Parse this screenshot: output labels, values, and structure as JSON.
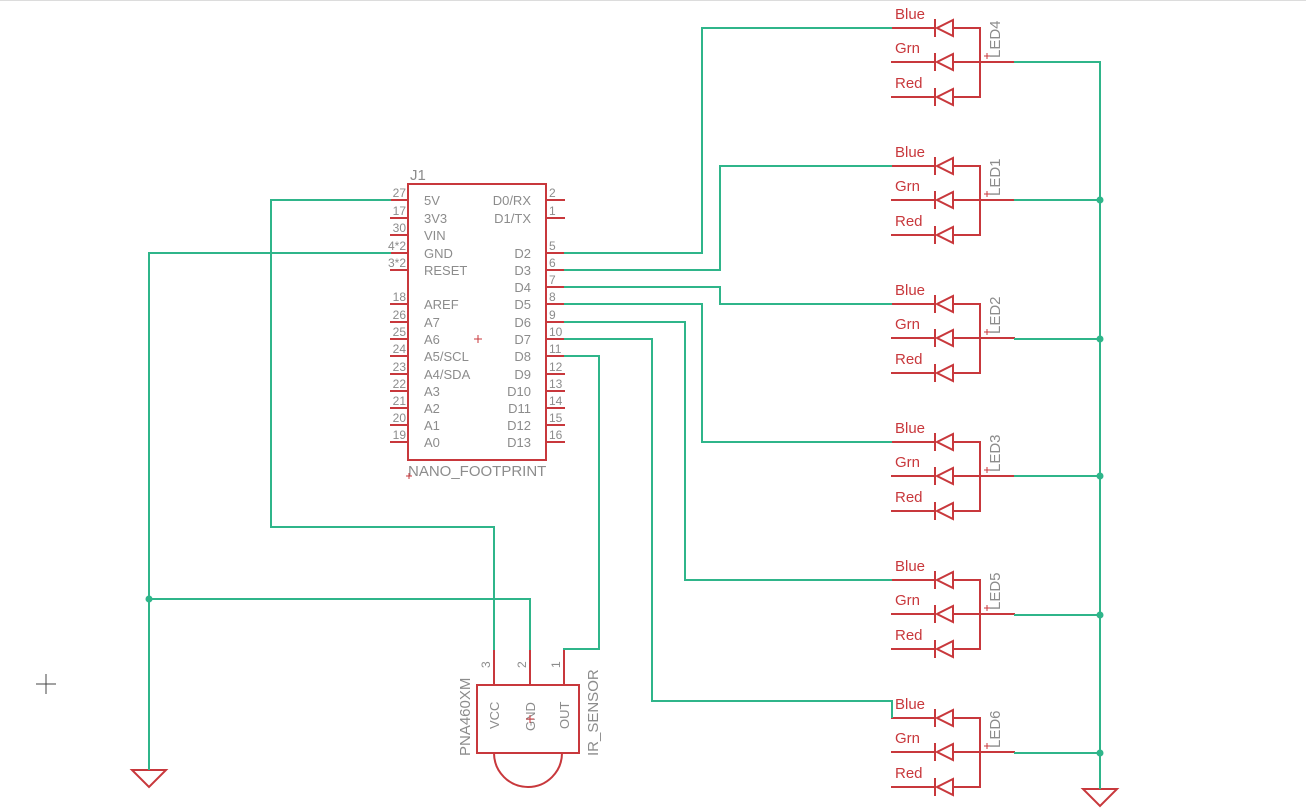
{
  "nano": {
    "name": "J1",
    "value": "NANO_FOOTPRINT",
    "left_pins": [
      {
        "num": "27",
        "name": "5V"
      },
      {
        "num": "17",
        "name": "3V3"
      },
      {
        "num": "30",
        "name": "VIN"
      },
      {
        "num": "4*2",
        "name": "GND"
      },
      {
        "num": "3*2",
        "name": "RESET"
      },
      {
        "num": "18",
        "name": "AREF"
      },
      {
        "num": "26",
        "name": "A7"
      },
      {
        "num": "25",
        "name": "A6"
      },
      {
        "num": "24",
        "name": "A5/SCL"
      },
      {
        "num": "23",
        "name": "A4/SDA"
      },
      {
        "num": "22",
        "name": "A3"
      },
      {
        "num": "21",
        "name": "A2"
      },
      {
        "num": "20",
        "name": "A1"
      },
      {
        "num": "19",
        "name": "A0"
      }
    ],
    "right_pins": [
      {
        "num": "2",
        "name": "D0/RX"
      },
      {
        "num": "1",
        "name": "D1/TX"
      },
      {
        "num": "5",
        "name": "D2"
      },
      {
        "num": "6",
        "name": "D3"
      },
      {
        "num": "7",
        "name": "D4"
      },
      {
        "num": "8",
        "name": "D5"
      },
      {
        "num": "9",
        "name": "D6"
      },
      {
        "num": "10",
        "name": "D7"
      },
      {
        "num": "11",
        "name": "D8"
      },
      {
        "num": "12",
        "name": "D9"
      },
      {
        "num": "13",
        "name": "D10"
      },
      {
        "num": "14",
        "name": "D11"
      },
      {
        "num": "15",
        "name": "D12"
      },
      {
        "num": "16",
        "name": "D13"
      }
    ]
  },
  "sensor": {
    "name": "IR_SENSOR",
    "value": "PNA460XM",
    "pins": [
      {
        "num": "3",
        "name": "VCC"
      },
      {
        "num": "2",
        "name": "GND"
      },
      {
        "num": "1",
        "name": "OUT"
      }
    ]
  },
  "leds": [
    {
      "name": "LED4",
      "colors": [
        "Blue",
        "Grn",
        "Red"
      ]
    },
    {
      "name": "LED1",
      "colors": [
        "Blue",
        "Grn",
        "Red"
      ]
    },
    {
      "name": "LED2",
      "colors": [
        "Blue",
        "Grn",
        "Red"
      ]
    },
    {
      "name": "LED3",
      "colors": [
        "Blue",
        "Grn",
        "Red"
      ]
    },
    {
      "name": "LED5",
      "colors": [
        "Blue",
        "Grn",
        "Red"
      ]
    },
    {
      "name": "LED6",
      "colors": [
        "Blue",
        "Grn",
        "Red"
      ]
    }
  ],
  "colors": {
    "symbol": "#c8383c",
    "wire": "#2fb58a",
    "text": "#8c8c8c"
  }
}
